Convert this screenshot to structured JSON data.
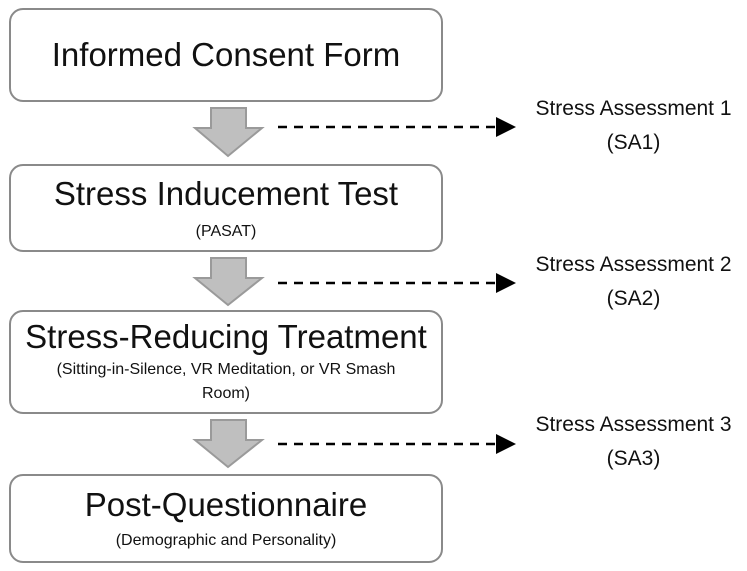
{
  "steps": [
    {
      "title": "Informed Consent Form",
      "subtitle": ""
    },
    {
      "title": "Stress Inducement Test",
      "subtitle": "(PASAT)"
    },
    {
      "title": "Stress-Reducing Treatment",
      "subtitle": "(Sitting-in-Silence, VR Meditation, or VR Smash Room)"
    },
    {
      "title": "Post-Questionnaire",
      "subtitle": "(Demographic and Personality)"
    }
  ],
  "assessments": [
    {
      "line1": "Stress Assessment 1",
      "line2": "(SA1)"
    },
    {
      "line1": "Stress Assessment 2",
      "line2": "(SA2)"
    },
    {
      "line1": "Stress Assessment 3",
      "line2": "(SA3)"
    }
  ],
  "colors": {
    "arrow_fill": "#bfbfbf",
    "arrow_stroke": "#9a9a9a",
    "box_border": "#8a8a8a",
    "dash": "#000000"
  }
}
